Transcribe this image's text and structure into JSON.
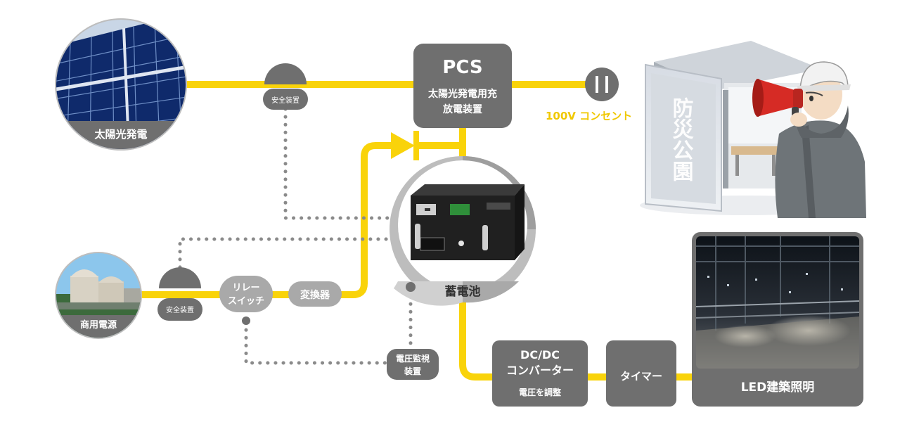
{
  "colors": {
    "line": "#f9d30a",
    "box": "#6f6f6f",
    "box_light": "#a9a9a9",
    "dot": "#8a8a8a",
    "accent_text": "#f0c800"
  },
  "nodes": {
    "solar": {
      "label": "太陽光発電",
      "icon": "solar-panel-photo"
    },
    "safety_top": {
      "label": "安全装置"
    },
    "pcs": {
      "title": "PCS",
      "line1": "太陽光発電用充",
      "line2": "放電装置"
    },
    "outlet": {
      "label": "100V コンセント",
      "icon": "outlet-icon"
    },
    "park": {
      "sign": "防災公園",
      "icon": "shelter-with-megaphone-worker"
    },
    "battery": {
      "label": "蓄電池",
      "icon": "battery-unit-photo"
    },
    "commercial": {
      "label": "商用電源",
      "icon": "power-plant-photo"
    },
    "safety_bottom": {
      "label": "安全装置"
    },
    "relay": {
      "line1": "リレー",
      "line2": "スイッチ"
    },
    "converter": {
      "label": "変換器"
    },
    "voltage_monitor": {
      "line1": "電圧監視",
      "line2": "装置"
    },
    "dcdc": {
      "line1": "DC/DC",
      "line2": "コンバーター",
      "line3": "電圧を調整"
    },
    "timer": {
      "label": "タイマー"
    },
    "led": {
      "label": "LED建築照明",
      "icon": "led-lighting-photo"
    }
  }
}
